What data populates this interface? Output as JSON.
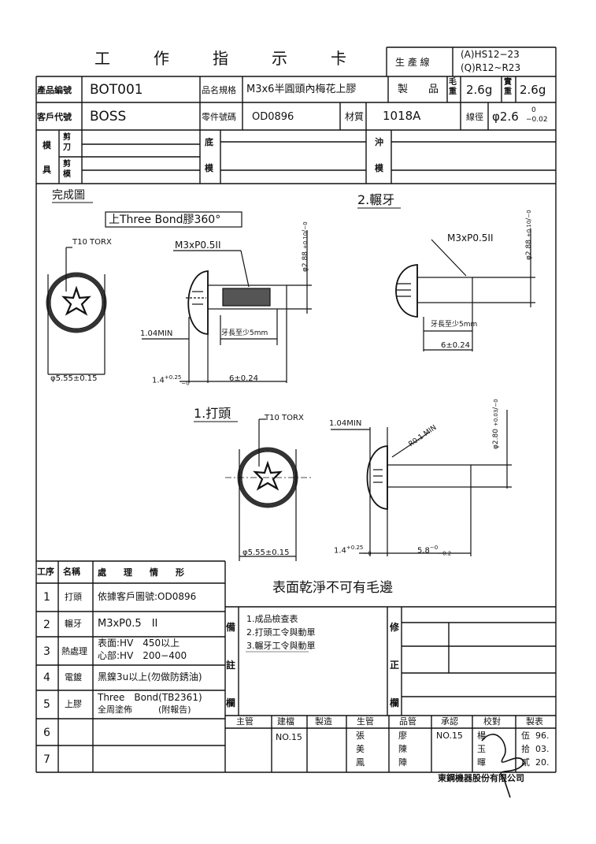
{
  "header": {
    "title_chars": [
      "工",
      "作",
      "指",
      "示",
      "卡"
    ],
    "line_label": "生 產 線",
    "line_values": [
      "(A)HS12−23",
      "(Q)R12~R23"
    ]
  },
  "info": {
    "product_no_label": "產品編號",
    "product_no": "BOT001",
    "spec_label": "品名規格",
    "spec": "M3x6半圓頭內梅花上膠",
    "product_label": "製　　品",
    "weight_label": "毛重",
    "weight": "2.6g",
    "net_label": "實重",
    "net": "2.6g",
    "customer_label": "客戶代號",
    "customer": "BOSS",
    "part_label": "零件號碼",
    "part": "OD0896",
    "material_label": "材質",
    "material": "1018A",
    "wire_label": "線徑",
    "wire": "φ2.6",
    "wire_tol_upper": "0",
    "wire_tol_lower": "−0.02",
    "mold_label_1": "模",
    "mold_label_2": "具",
    "cut_knife": "剪刀",
    "cut_mold": "剪模",
    "bottom_label_1": "底",
    "bottom_label_2": "模",
    "punch_label_1": "沖",
    "punch_label_2": "模"
  },
  "drawing": {
    "finished_label": "完成圖",
    "thread_section": "2.輾牙",
    "head_section": "1.打頭",
    "threebond_note": "上Three Bond膠360°",
    "torx1": "T10 TORX",
    "torx2": "T10 TORX",
    "thread_spec1": "M3xP0.5II",
    "thread_spec2": "M3xP0.5II",
    "dia_288_a": "φ2.88",
    "dia_288_b": "φ2.88",
    "dia_288_tol_upper": "+0.10",
    "dia_288_tol_lower": "−0",
    "dia_280": "φ2.80",
    "dia_280_tol_upper": "+0.03",
    "dia_280_tol_lower": "−0",
    "min104_a": "1.04MIN",
    "min104_b": "1.04MIN",
    "thread_len_a": "牙長至少5mm",
    "thread_len_b": "牙長至少5mm",
    "dim_6_a": "6±0.24",
    "dim_6_b": "6±0.24",
    "dim_555_a": "φ5.55±0.15",
    "dim_555_b": "φ5.55±0.15",
    "dim_14_a": "1.4",
    "dim_14_b": "1.4",
    "dim_14_tol_upper": "+0.25",
    "dim_14_tol_lower": "−0",
    "dim_58": "5.8",
    "dim_58_tol_upper": "−0",
    "dim_58_tol_lower": "−0.2",
    "r01": "R0.1",
    "r01_min": "MIN"
  },
  "process": {
    "headers": {
      "no": "工序",
      "name": "名稱",
      "desc": "處　　理　　情　　形"
    },
    "rows": [
      {
        "no": "1",
        "name": "打頭",
        "desc": [
          "依據客戶圖號:OD0896"
        ]
      },
      {
        "no": "2",
        "name": "輾牙",
        "desc": [
          "M3xP0.5　II"
        ]
      },
      {
        "no": "3",
        "name": "熱處理",
        "desc": [
          "表面:HV　450以上",
          "心部:HV　200−400"
        ]
      },
      {
        "no": "4",
        "name": "電鍍",
        "desc": [
          "黑鎳3u以上(勿做防銹油)"
        ]
      },
      {
        "no": "5",
        "name": "上膠",
        "desc": [
          "Three　Bond(TB2361)",
          "全周塗佈　　　(附報告)"
        ]
      },
      {
        "no": "6",
        "name": "",
        "desc": []
      },
      {
        "no": "7",
        "name": "",
        "desc": []
      }
    ]
  },
  "surface_note": "表面乾淨不可有毛邊",
  "remarks": {
    "label_chars": [
      "備",
      "註",
      "欄"
    ],
    "items": [
      "1.成品檢查表",
      "2.打頭工令與動單",
      "3.輾牙工令與動單"
    ],
    "mod_chars": [
      "修",
      "正",
      "欄"
    ]
  },
  "signoff": {
    "headers": [
      "主管",
      "建檔",
      "製造",
      "生管",
      "品管",
      "承認",
      "校對",
      "製表"
    ],
    "jiandang": "NO.15",
    "shengguan": [
      "張",
      "美",
      "鳳"
    ],
    "pinguan": [
      "廖",
      "陳",
      "陣"
    ],
    "chengren": "NO.15",
    "date_col": [
      [
        "楊",
        "伍",
        "96."
      ],
      [
        "玉",
        "拾",
        "03."
      ],
      [
        "暉",
        "貳",
        "20."
      ]
    ]
  },
  "company": "東鋼機器股份有限公司"
}
